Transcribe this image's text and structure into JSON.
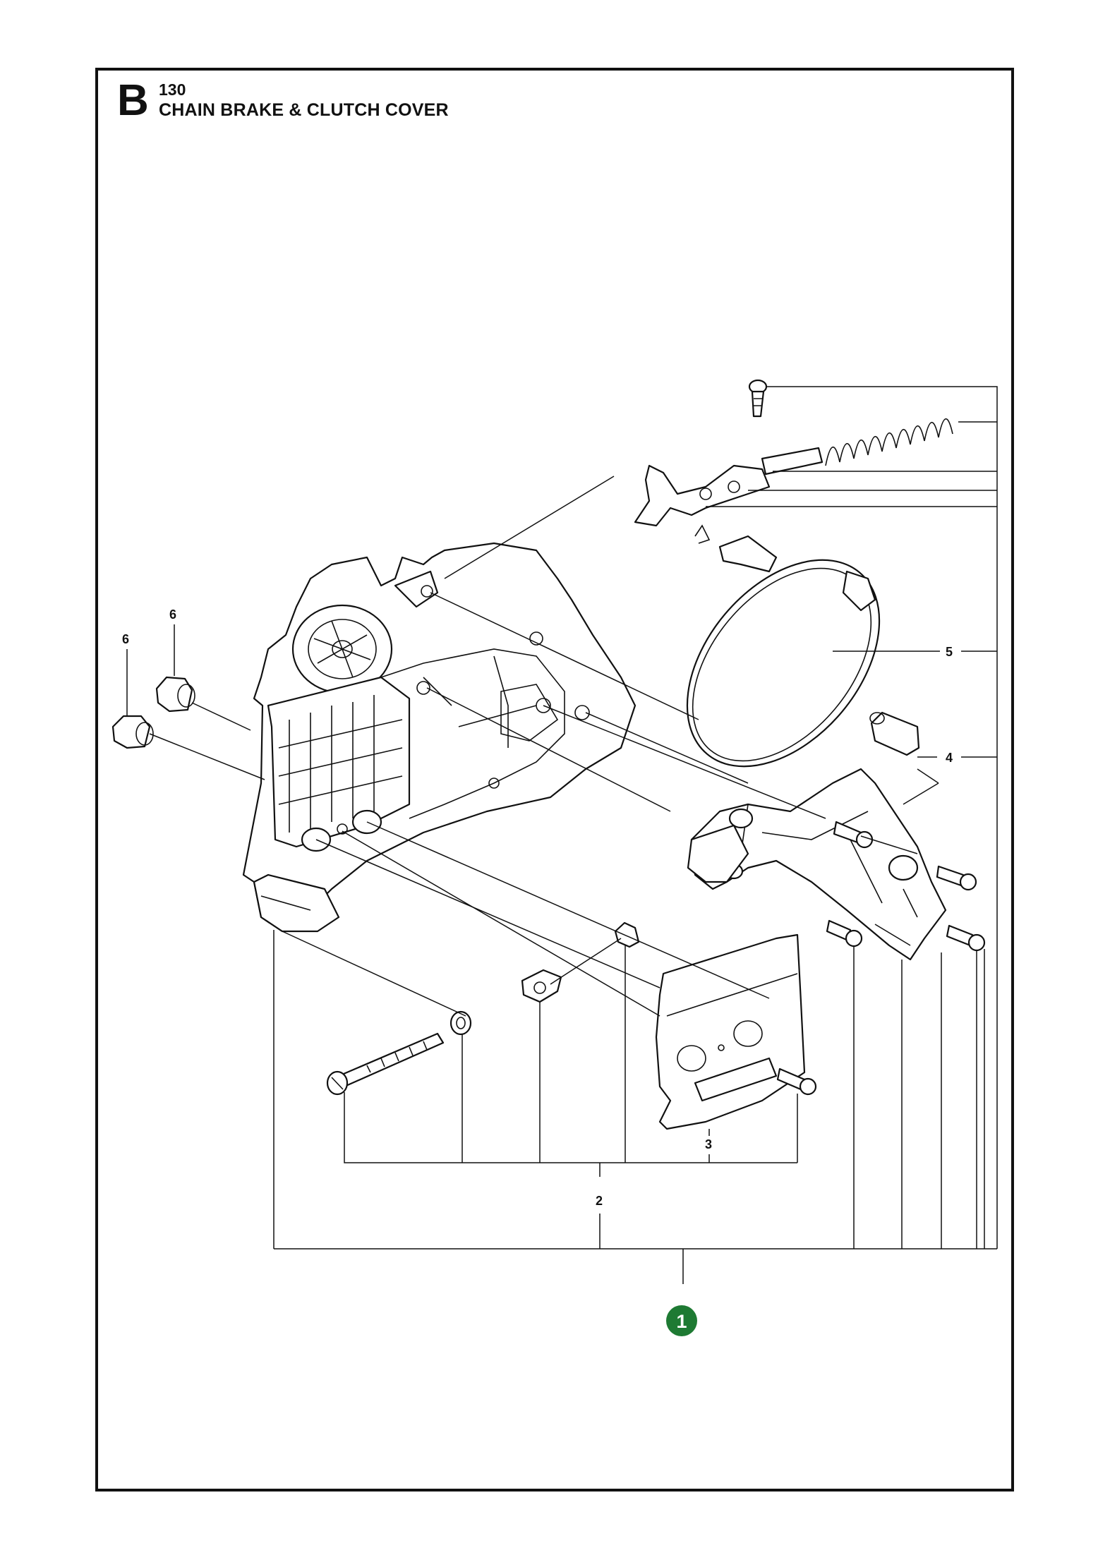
{
  "header": {
    "section_letter": "B",
    "section_number": "130",
    "title": "CHAIN BRAKE & CLUTCH COVER"
  },
  "callouts": {
    "c1": "1",
    "c2": "2",
    "c3": "3",
    "c4": "4",
    "c5": "5",
    "c6a": "6",
    "c6b": "6"
  },
  "colors": {
    "badge": "#1e7a33",
    "line": "#111111"
  }
}
